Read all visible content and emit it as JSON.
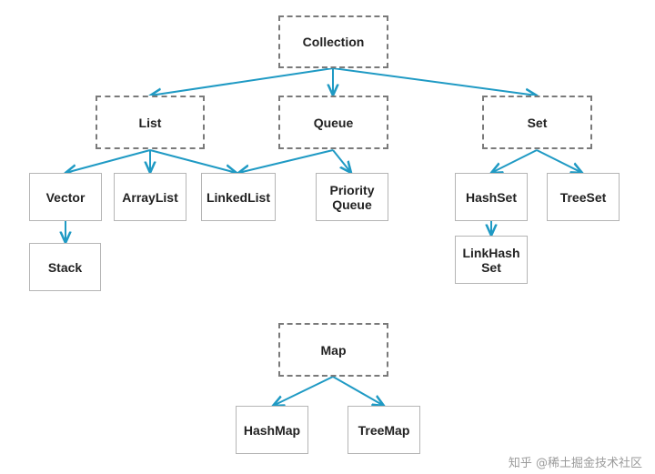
{
  "colors": {
    "arrow": "#1f9ac4",
    "dashed_border": "#7a7a7a",
    "solid_border": "#b5b5b5"
  },
  "nodes": {
    "collection": "Collection",
    "list": "List",
    "queue": "Queue",
    "set": "Set",
    "vector": "Vector",
    "arraylist": "ArrayList",
    "linkedlist": "LinkedList",
    "priority_queue": "Priority\nQueue",
    "hashset": "HashSet",
    "treeset": "TreeSet",
    "stack": "Stack",
    "linkhashset": "LinkHash\nSet",
    "map": "Map",
    "hashmap": "HashMap",
    "treemap": "TreeMap"
  },
  "watermark": "知乎 @稀土掘金技术社区"
}
